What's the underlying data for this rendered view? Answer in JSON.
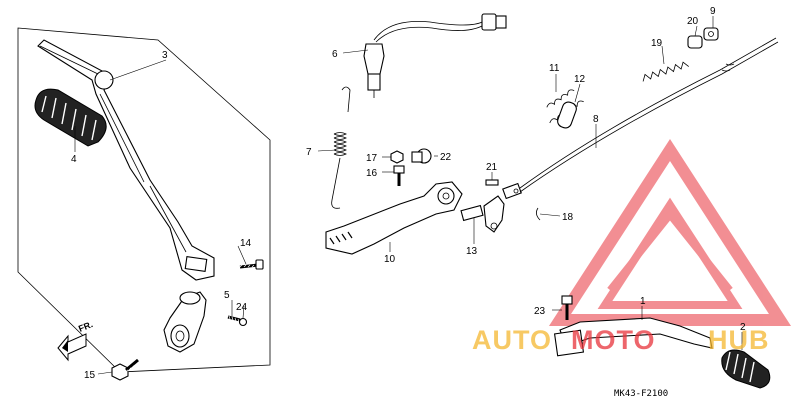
{
  "callouts": [
    {
      "id": "1",
      "label": "1"
    },
    {
      "id": "2",
      "label": "2"
    },
    {
      "id": "3",
      "label": "3"
    },
    {
      "id": "4",
      "label": "4"
    },
    {
      "id": "5",
      "label": "5"
    },
    {
      "id": "6",
      "label": "6"
    },
    {
      "id": "7",
      "label": "7"
    },
    {
      "id": "8",
      "label": "8"
    },
    {
      "id": "9",
      "label": "9"
    },
    {
      "id": "10",
      "label": "10"
    },
    {
      "id": "11",
      "label": "11"
    },
    {
      "id": "12",
      "label": "12"
    },
    {
      "id": "13",
      "label": "13"
    },
    {
      "id": "14",
      "label": "14"
    },
    {
      "id": "15",
      "label": "15"
    },
    {
      "id": "16",
      "label": "16"
    },
    {
      "id": "17",
      "label": "17"
    },
    {
      "id": "18",
      "label": "18"
    },
    {
      "id": "19",
      "label": "19"
    },
    {
      "id": "20",
      "label": "20"
    },
    {
      "id": "21",
      "label": "21"
    },
    {
      "id": "22",
      "label": "22"
    },
    {
      "id": "23",
      "label": "23"
    },
    {
      "id": "24",
      "label": "24"
    }
  ],
  "direction_arrow": "FR.",
  "drawing_code": "MK43-F2100",
  "watermark": {
    "brand_part1": "AUTO",
    "brand_part2": "MOTO",
    "brand_part3": "HUB",
    "color_orange": "#f5b731",
    "color_red": "#e8333b"
  }
}
